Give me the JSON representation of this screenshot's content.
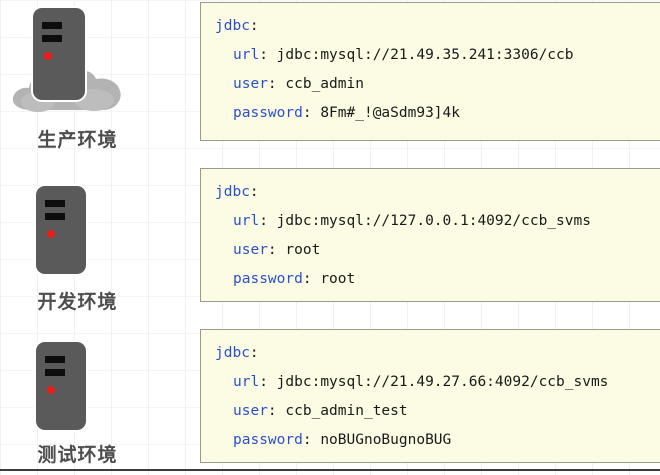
{
  "environments": [
    {
      "label": "生产环境",
      "icon": "server-tower-cloud-icon",
      "has_cloud": true,
      "config": {
        "root_key": "jdbc",
        "entries": [
          {
            "key": "url",
            "value": "jdbc:mysql://21.49.35.241:3306/ccb"
          },
          {
            "key": "user",
            "value": "ccb_admin"
          },
          {
            "key": "password",
            "value": "8Fm#_!@aSdm93]4k"
          }
        ]
      }
    },
    {
      "label": "开发环境",
      "icon": "server-tower-icon",
      "has_cloud": false,
      "config": {
        "root_key": "jdbc",
        "entries": [
          {
            "key": "url",
            "value": "jdbc:mysql://127.0.0.1:4092/ccb_svms"
          },
          {
            "key": "user",
            "value": "root"
          },
          {
            "key": "password",
            "value": "root"
          }
        ]
      }
    },
    {
      "label": "测试环境",
      "icon": "server-tower-icon",
      "has_cloud": false,
      "config": {
        "root_key": "jdbc",
        "entries": [
          {
            "key": "url",
            "value": "jdbc:mysql://21.49.27.66:4092/ccb_svms"
          },
          {
            "key": "user",
            "value": "ccb_admin_test"
          },
          {
            "key": "password",
            "value": "noBUGnoBugnoBUG"
          }
        ]
      }
    }
  ],
  "syntax": {
    "colon": ":",
    "space": " "
  },
  "colors": {
    "key_blue": "#2b51c9",
    "code_background": "#fcfbe3",
    "code_border": "#9a9a8a",
    "server_body": "#5a5a5a",
    "server_vent": "#0d0d0d",
    "led_red": "#ef1b1b",
    "cloud_gray": "#b3b3b3",
    "label_gray": "#4d4d4d",
    "bottom_rule": "#3c3c3c"
  }
}
